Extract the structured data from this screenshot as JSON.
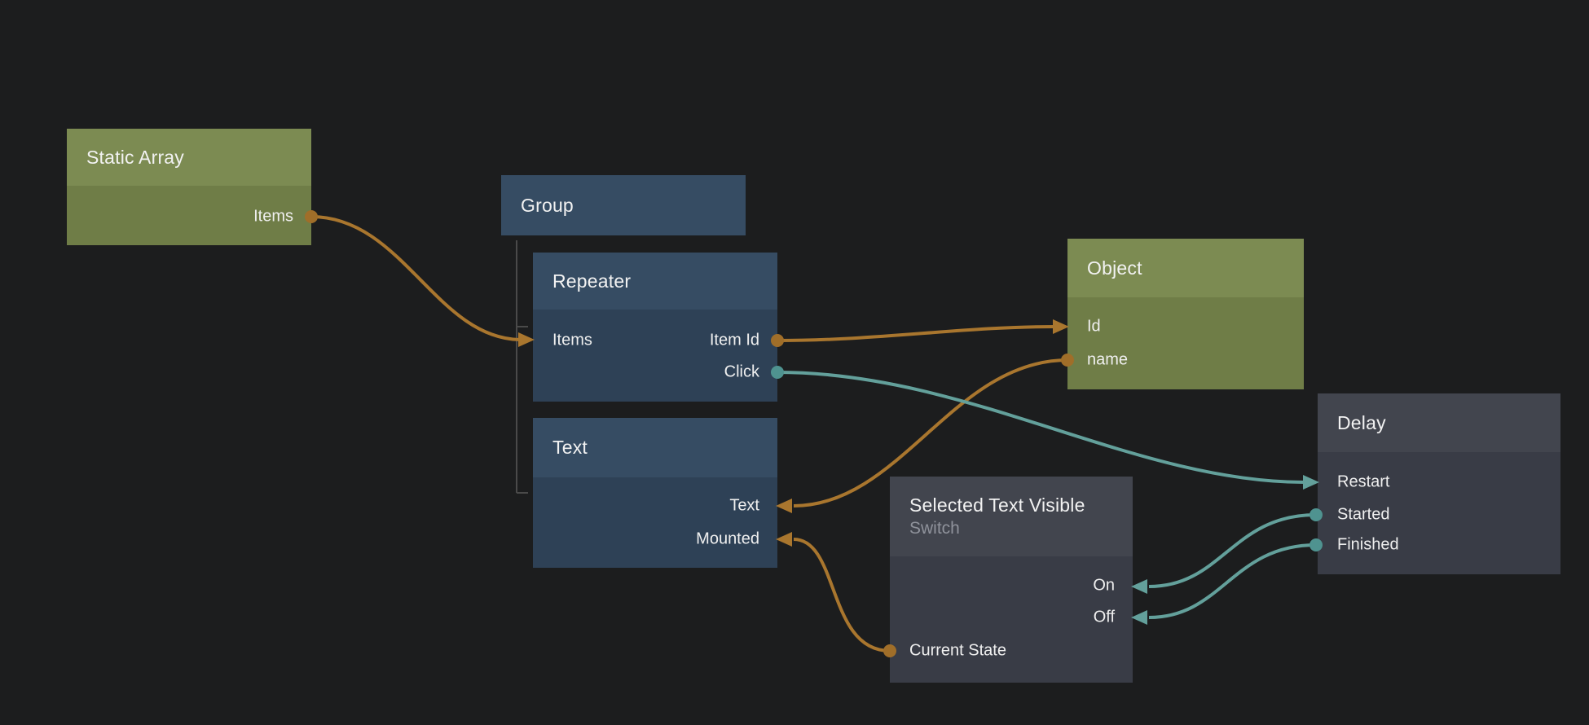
{
  "colors": {
    "background": "#1c1d1e",
    "wire_orange": "#a9762e",
    "wire_teal": "#63a09b",
    "node_green_header": "#7c8b52",
    "node_green_body": "#6f7d47",
    "node_blue_header": "#364c63",
    "node_blue_body": "#2e4156",
    "node_dark_header": "#42454e",
    "node_dark_body": "#393c46",
    "group_bracket": "#4a4a4a"
  },
  "nodes": {
    "static_array": {
      "title": "Static Array",
      "ports": {
        "items": {
          "label": "Items",
          "side": "right",
          "type": "output",
          "color": "orange"
        }
      }
    },
    "group": {
      "title": "Group"
    },
    "repeater": {
      "title": "Repeater",
      "ports": {
        "items": {
          "label": "Items",
          "side": "left",
          "type": "input",
          "color": "orange"
        },
        "item_id": {
          "label": "Item Id",
          "side": "right",
          "type": "output",
          "color": "orange"
        },
        "click": {
          "label": "Click",
          "side": "right",
          "type": "output",
          "color": "teal"
        }
      }
    },
    "text": {
      "title": "Text",
      "ports": {
        "text": {
          "label": "Text",
          "side": "right",
          "type": "input",
          "color": "orange"
        },
        "mounted": {
          "label": "Mounted",
          "side": "right",
          "type": "input",
          "color": "orange"
        }
      }
    },
    "object": {
      "title": "Object",
      "ports": {
        "id": {
          "label": "Id",
          "side": "left",
          "type": "input",
          "color": "orange"
        },
        "name": {
          "label": "name",
          "side": "left",
          "type": "output",
          "color": "orange"
        }
      }
    },
    "delay": {
      "title": "Delay",
      "ports": {
        "restart": {
          "label": "Restart",
          "side": "left",
          "type": "input",
          "color": "teal"
        },
        "started": {
          "label": "Started",
          "side": "left",
          "type": "output",
          "color": "teal"
        },
        "finished": {
          "label": "Finished",
          "side": "left",
          "type": "output",
          "color": "teal"
        }
      }
    },
    "switch": {
      "title": "Selected Text Visible",
      "subtitle": "Switch",
      "ports": {
        "on": {
          "label": "On",
          "side": "right",
          "type": "input",
          "color": "teal"
        },
        "off": {
          "label": "Off",
          "side": "right",
          "type": "input",
          "color": "teal"
        },
        "current_state": {
          "label": "Current State",
          "side": "left",
          "type": "output",
          "color": "orange"
        }
      }
    }
  },
  "connections": [
    {
      "from": "static_array.items",
      "to": "repeater.items",
      "color": "orange"
    },
    {
      "from": "repeater.item_id",
      "to": "object.id",
      "color": "orange"
    },
    {
      "from": "object.name",
      "to": "text.text",
      "color": "orange"
    },
    {
      "from": "repeater.click",
      "to": "delay.restart",
      "color": "teal"
    },
    {
      "from": "delay.started",
      "to": "switch.on",
      "color": "teal"
    },
    {
      "from": "delay.finished",
      "to": "switch.off",
      "color": "teal"
    },
    {
      "from": "switch.current_state",
      "to": "text.mounted",
      "color": "orange"
    }
  ]
}
